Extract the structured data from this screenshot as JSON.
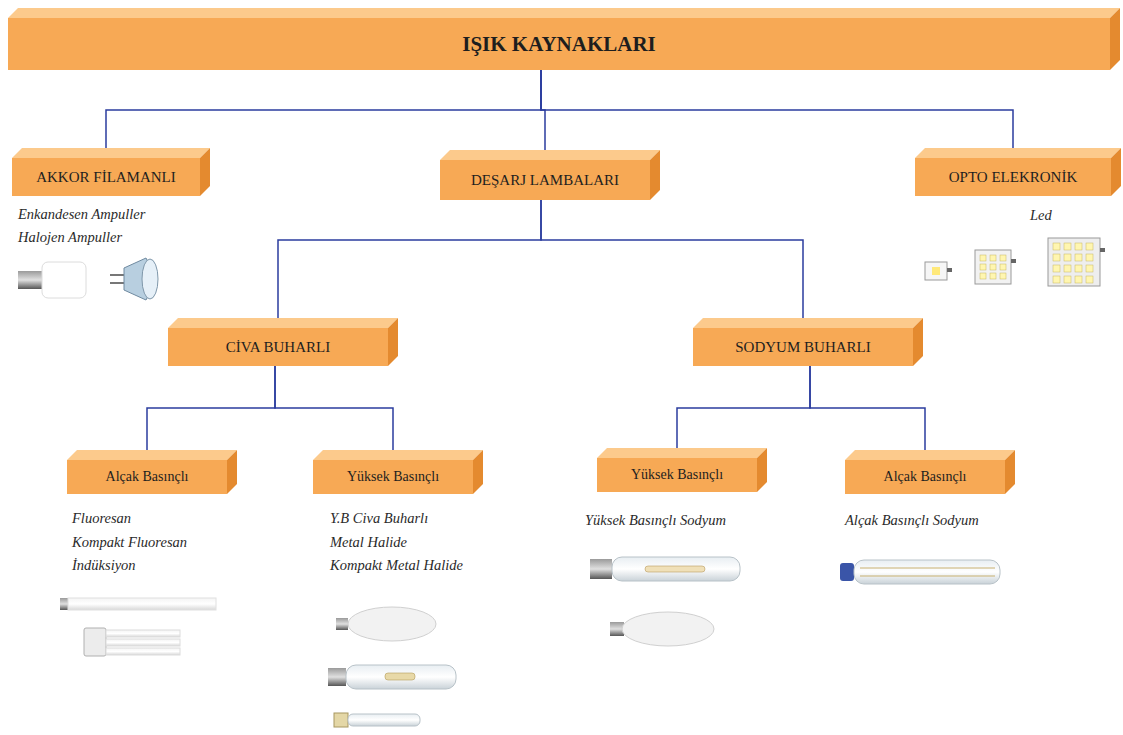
{
  "diagram": {
    "nodes": [
      {
        "text": [
          "IŞIK KAYNAKLARI"
        ]
      },
      {
        "text": [
          "AKKOR FİLAMANLI"
        ]
      },
      {
        "text": [
          "DEŞARJ LAMBALARI"
        ]
      },
      {
        "text": [
          "OPTO ELEKRONİK"
        ]
      },
      {
        "text": [
          "CİVA BUHARLI"
        ]
      },
      {
        "text": [
          "SODYUM BUHARLI"
        ]
      },
      {
        "text": [
          "Alçak Basınçlı"
        ]
      },
      {
        "text": [
          "Yüksek Basınçlı"
        ]
      },
      {
        "text": [
          "Yüksek Basınçlı"
        ]
      },
      {
        "text": [
          "Alçak Basınçlı"
        ]
      }
    ],
    "edges": [
      {
        "from": 0,
        "to": 1,
        "arrow": "none"
      },
      {
        "from": 0,
        "to": 2,
        "arrow": "none"
      },
      {
        "from": 0,
        "to": 3,
        "arrow": "none"
      },
      {
        "from": 2,
        "to": 4,
        "arrow": "none"
      },
      {
        "from": 2,
        "to": 5,
        "arrow": "none"
      },
      {
        "from": 4,
        "to": 6,
        "arrow": "none"
      },
      {
        "from": 4,
        "to": 7,
        "arrow": "none"
      },
      {
        "from": 5,
        "to": 8,
        "arrow": "none"
      },
      {
        "from": 5,
        "to": 9,
        "arrow": "none"
      }
    ],
    "labels": [
      "Enkandesen Ampuller",
      "Halojen Ampuller",
      "Led",
      "Fluoresan",
      "Kompakt Fluoresan",
      "İndüksiyon",
      "Y.B Civa Buharlı",
      "Metal Halide",
      "Kompakt Metal Halide",
      "Yüksek Basınçlı Sodyum",
      "Alçak Basınçlı Sodyum"
    ]
  }
}
